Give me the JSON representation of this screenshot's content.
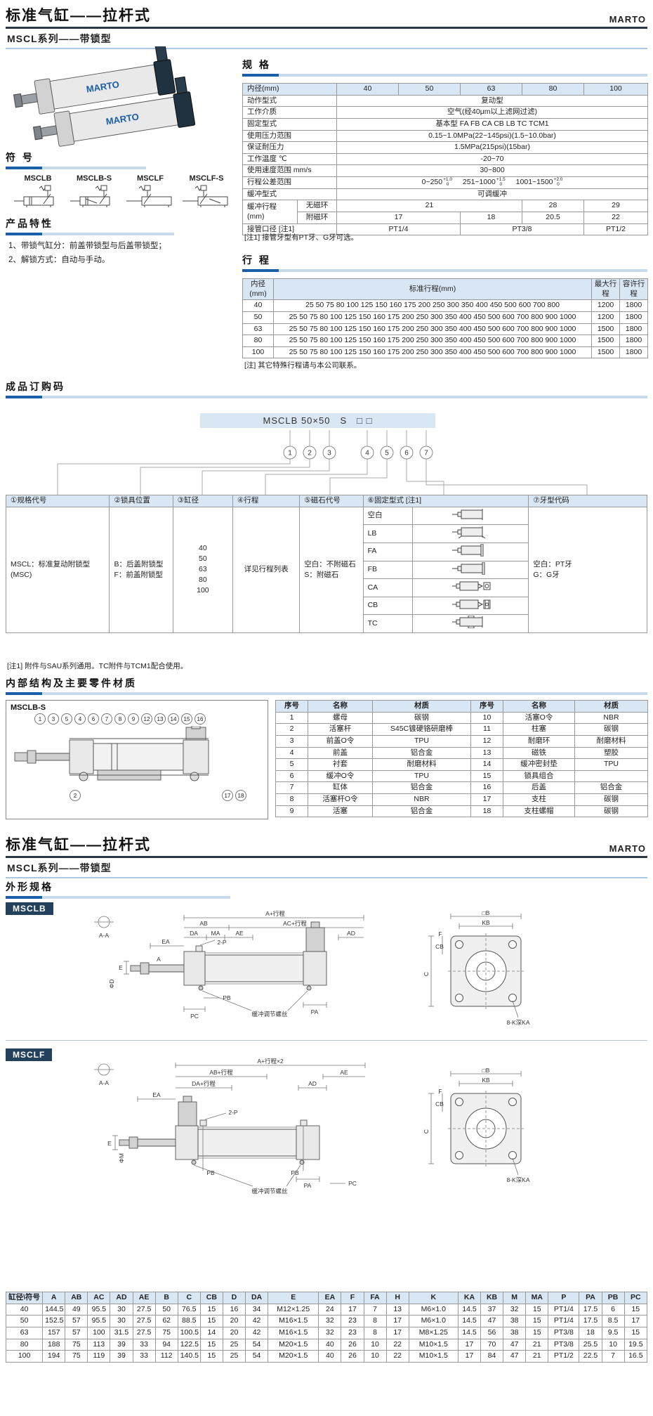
{
  "page1": {
    "title": "标准气缸——拉杆式",
    "brand": "MARTO",
    "subtitle": "MSCL系列——带锁型",
    "photo_brand": "MARTO",
    "symbols": {
      "heading": "符 号",
      "items": [
        "MSCLB",
        "MSCLB-S",
        "MSCLF",
        "MSCLF-S"
      ]
    },
    "features": {
      "heading": "产品特性",
      "lines": [
        "1、带锁气缸分：前盖带锁型与后盖带锁型；",
        "2、解锁方式：自动与手动。"
      ]
    },
    "specs": {
      "heading": "规 格",
      "bore_label": "内径(mm)",
      "bores": [
        "40",
        "50",
        "63",
        "80",
        "100"
      ],
      "rows": [
        {
          "label": "动作型式",
          "value": "复动型"
        },
        {
          "label": "工作介质",
          "value": "空气(经40μm以上滤网过滤)"
        },
        {
          "label": "固定型式",
          "value": "基本型 FA FB CA CB LB TC TCM1"
        },
        {
          "label": "使用压力范围",
          "value": "0.15~1.0MPa(22~145psi)(1.5~10.0bar)"
        },
        {
          "label": "保证耐压力",
          "value": "1.5MPa(215psi)(15bar)"
        },
        {
          "label": "工作温度 ℃",
          "value": "-20~70"
        },
        {
          "label": "使用速度范围 mm/s",
          "value": "30~800"
        }
      ],
      "tolerance": {
        "label": "行程公差范围",
        "segs": [
          {
            "range": "0~250",
            "sup": "+1.0",
            "sub": "0"
          },
          {
            "range": "251~1000",
            "sup": "+1.5",
            "sub": "0"
          },
          {
            "range": "1001~1500",
            "sup": "+2.0",
            "sub": "0"
          }
        ]
      },
      "cushion_type": {
        "label": "缓冲型式",
        "value": "可调缓冲"
      },
      "cushion": {
        "label": "缓冲行程 (mm)",
        "no_magnet_label": "无磁环",
        "no_magnet": [
          "21",
          "28",
          "29"
        ],
        "magnet_label": "附磁环",
        "magnet": [
          "17",
          "18",
          "20.5",
          "22"
        ]
      },
      "port": {
        "label": "接管口径 [注1]",
        "values": [
          "PT1/4",
          "PT3/8",
          "PT1/2"
        ]
      },
      "note": "[注1] 接管牙型有PT牙、G牙可选。"
    },
    "stroke": {
      "heading": "行 程",
      "col_bore": "内径 (mm)",
      "col_std": "标准行程(mm)",
      "col_max": "最大行程",
      "col_allow": "容许行程",
      "rows": [
        [
          "40",
          "25 50 75 80 100 125 150 160 175 200 250 300 350 400 450 500 600 700 800",
          "1200",
          "1800"
        ],
        [
          "50",
          "25 50 75 80 100 125 150 160 175 200 250 300 350 400 450 500 600 700 800 900 1000",
          "1200",
          "1800"
        ],
        [
          "63",
          "25 50 75 80 100 125 150 160 175 200 250 300 350 400 450 500 600 700 800 900 1000",
          "1500",
          "1800"
        ],
        [
          "80",
          "25 50 75 80 100 125 150 160 175 200 250 300 350 400 450 500 600 700 800 900 1000",
          "1500",
          "1800"
        ],
        [
          "100",
          "25 50 75 80 100 125 150 160 175 200 250 300 350 400 450 500 600 700 800 900 1000",
          "1500",
          "1800"
        ]
      ],
      "note": "[注] 其它特殊行程请与本公司联系。"
    },
    "ordering": {
      "heading": "成品订购码",
      "code": "MSCLB 50×50　S　□ □",
      "digits": [
        "1",
        "2",
        "3",
        "4",
        "5",
        "6",
        "7"
      ],
      "headers": [
        "①规格代号",
        "②锁具位置",
        "③缸径",
        "④行程",
        "⑤磁石代号",
        "⑥固定型式 [注1]",
        "⑦牙型代码"
      ],
      "col1": [
        "MSCL：标准复动附锁型",
        "(MSC)"
      ],
      "col2": [
        "B：后盖附锁型",
        "F：前盖附锁型"
      ],
      "col3": [
        "40",
        "50",
        "63",
        "80",
        "100"
      ],
      "col4": [
        "详见行程列表"
      ],
      "col5": [
        "空白：不附磁石",
        "S：附磁石"
      ],
      "fix_options": [
        "空白",
        "LB",
        "FA",
        "FB",
        "CA",
        "CB",
        "TC"
      ],
      "col7": [
        "空白：PT牙",
        "G：G牙"
      ],
      "note": "[注1] 附件与SAU系列通用。TC附件与TCM1配合使用。"
    },
    "internal": {
      "heading": "内部结构及主要零件材质",
      "drawing_label": "MSCLB-S",
      "balloons_top": [
        "1",
        "3",
        "5",
        "4",
        "6",
        "7",
        "8",
        "9",
        "12",
        "13",
        "14",
        "15",
        "16"
      ],
      "balloons_bottom": [
        "2",
        "17",
        "18"
      ],
      "parts_headers": [
        "序号",
        "名称",
        "材质",
        "序号",
        "名称",
        "材质"
      ],
      "parts": [
        [
          "1",
          "螺母",
          "碳钢",
          "10",
          "活塞O令",
          "NBR"
        ],
        [
          "2",
          "活塞杆",
          "S45C镀硬铬研磨棒",
          "11",
          "柱塞",
          "碳钢"
        ],
        [
          "3",
          "前盖O令",
          "TPU",
          "12",
          "耐磨环",
          "耐磨材料"
        ],
        [
          "4",
          "前盖",
          "铝合金",
          "13",
          "磁铁",
          "塑胶"
        ],
        [
          "5",
          "衬套",
          "耐磨材料",
          "14",
          "缓冲密封垫",
          "TPU"
        ],
        [
          "6",
          "缓冲O令",
          "TPU",
          "15",
          "锁具组合",
          ""
        ],
        [
          "7",
          "缸体",
          "铝合金",
          "16",
          "后盖",
          "铝合金"
        ],
        [
          "8",
          "活塞杆O令",
          "NBR",
          "17",
          "支柱",
          "碳钢"
        ],
        [
          "9",
          "活塞",
          "铝合金",
          "18",
          "支柱螺帽",
          "碳钢"
        ]
      ]
    }
  },
  "page2": {
    "title": "标准气缸——拉杆式",
    "brand": "MARTO",
    "subtitle": "MSCL系列——带锁型",
    "heading": "外形规格",
    "msclb": {
      "label": "MSCLB",
      "sec": "A-A",
      "dim_a": "A+行程",
      "dim_ab": "AB",
      "dim_ac": "AC+行程",
      "dim_da": "DA",
      "dim_ma": "MA",
      "dim_ae": "AE",
      "dim_ad": "AD",
      "dim_ea": "EA",
      "dim_e": "E",
      "dim_a2": "A",
      "dim_d": "ΦD",
      "dim_2p": "2-P",
      "dim_pb": "PB",
      "dim_pc": "PC",
      "dim_cushion": "缓冲调节螺丝",
      "dim_pa": "PA",
      "side_b": "□B",
      "side_kb": "KB",
      "side_cb": "CB",
      "side_f": "F",
      "side_c": "C",
      "side_k": "8-K深KA"
    },
    "msclf": {
      "label": "MSCLF",
      "sec": "A-A",
      "dim_a": "A+行程×2",
      "dim_ab": "AB+行程",
      "dim_da": "DA+行程",
      "dim_ae": "AE",
      "dim_ad": "AD",
      "dim_ea": "EA",
      "dim_e": "E",
      "dim_m": "ΦM",
      "dim_2p": "2-P",
      "dim_pb": "PB",
      "dim_pb2": "PB",
      "dim_cushion": "缓冲调节螺丝",
      "dim_pa": "PA",
      "dim_pc": "PC",
      "side_b": "□B",
      "side_kb": "KB",
      "side_f": "F",
      "side_cb": "CB",
      "side_c": "C",
      "side_k": "8-K深KA"
    },
    "dims": {
      "headers": [
        "缸径\\符号",
        "A",
        "AB",
        "AC",
        "AD",
        "AE",
        "B",
        "C",
        "CB",
        "D",
        "DA",
        "E",
        "EA",
        "F",
        "FA",
        "H",
        "K",
        "KA",
        "KB",
        "M",
        "MA",
        "P",
        "PA",
        "PB",
        "PC"
      ],
      "rows": [
        [
          "40",
          "144.5",
          "49",
          "95.5",
          "30",
          "27.5",
          "50",
          "76.5",
          "15",
          "16",
          "34",
          "M12×1.25",
          "24",
          "17",
          "7",
          "13",
          "M6×1.0",
          "14.5",
          "37",
          "32",
          "15",
          "PT1/4",
          "17.5",
          "6",
          "15"
        ],
        [
          "50",
          "152.5",
          "57",
          "95.5",
          "30",
          "27.5",
          "62",
          "88.5",
          "15",
          "20",
          "42",
          "M16×1.5",
          "32",
          "23",
          "8",
          "17",
          "M6×1.0",
          "14.5",
          "47",
          "38",
          "15",
          "PT1/4",
          "17.5",
          "8.5",
          "17"
        ],
        [
          "63",
          "157",
          "57",
          "100",
          "31.5",
          "27.5",
          "75",
          "100.5",
          "14",
          "20",
          "42",
          "M16×1.5",
          "32",
          "23",
          "8",
          "17",
          "M8×1.25",
          "14.5",
          "56",
          "38",
          "15",
          "PT3/8",
          "18",
          "9.5",
          "15"
        ],
        [
          "80",
          "188",
          "75",
          "113",
          "39",
          "33",
          "94",
          "122.5",
          "15",
          "25",
          "54",
          "M20×1.5",
          "40",
          "26",
          "10",
          "22",
          "M10×1.5",
          "17",
          "70",
          "47",
          "21",
          "PT3/8",
          "25.5",
          "10",
          "19.5"
        ],
        [
          "100",
          "194",
          "75",
          "119",
          "39",
          "33",
          "112",
          "140.5",
          "15",
          "25",
          "54",
          "M20×1.5",
          "40",
          "26",
          "10",
          "22",
          "M10×1.5",
          "17",
          "84",
          "47",
          "21",
          "PT1/2",
          "22.5",
          "7",
          "16.5"
        ]
      ]
    }
  }
}
